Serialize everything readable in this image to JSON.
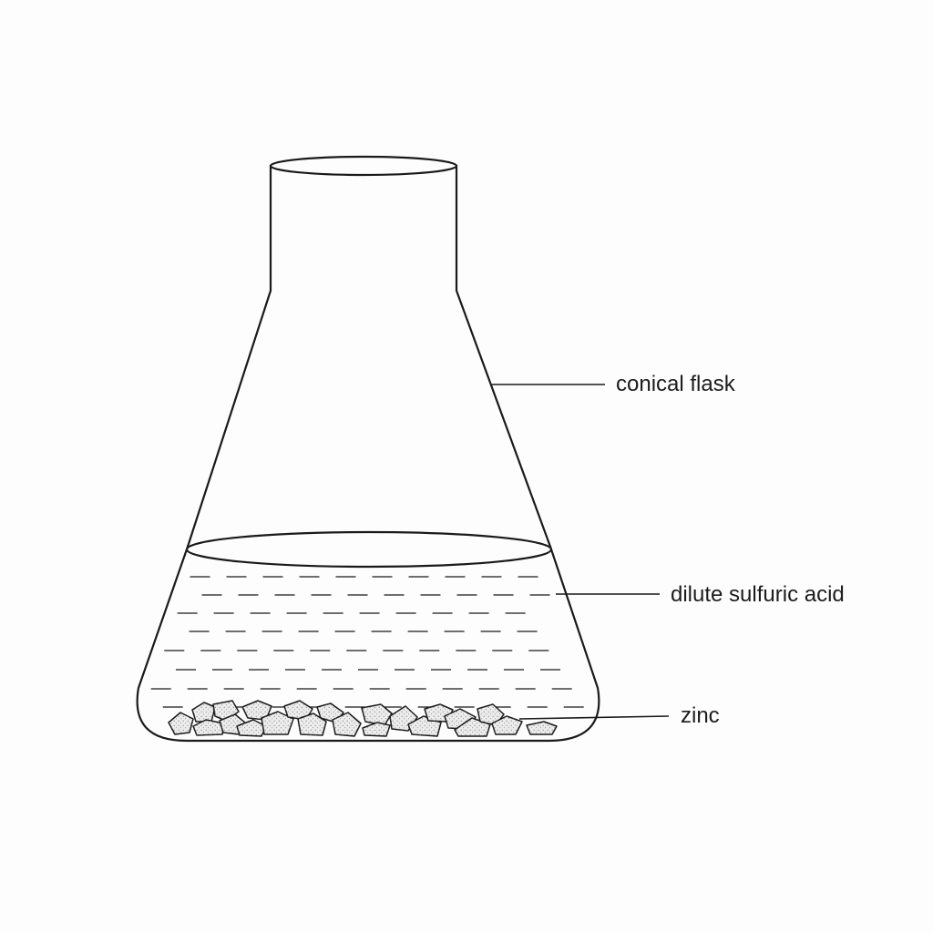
{
  "labels": {
    "flask": "conical flask",
    "acid": "dilute sulfuric acid",
    "zinc": "zinc"
  },
  "colors": {
    "line": "#1a1a1a",
    "background": "#fdfdfd",
    "zinc_fill": "#ececec",
    "zinc_dots": "#777777"
  }
}
